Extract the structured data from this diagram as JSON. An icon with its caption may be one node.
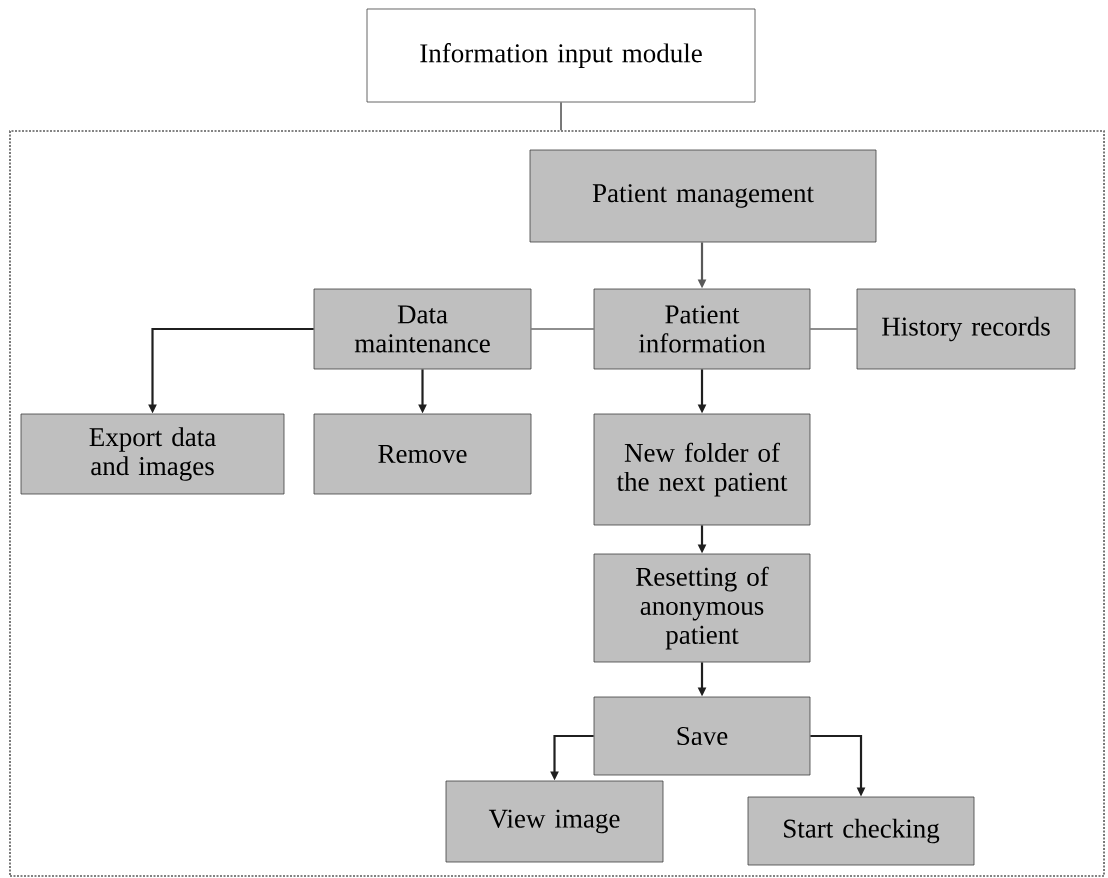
{
  "diagram": {
    "nodes": [
      {
        "text": [
          "Information input module"
        ]
      },
      {
        "text": [],
        "shape": "box"
      },
      {
        "text": [
          "Patient management"
        ],
        "in": 1
      },
      {
        "text": [
          "Data maintenance"
        ],
        "in": 1
      },
      {
        "text": [
          "Patient information"
        ],
        "in": 1
      },
      {
        "text": [
          "History records"
        ],
        "in": 1
      },
      {
        "text": [
          "Export data and images"
        ],
        "in": 1
      },
      {
        "text": [
          "Remove"
        ],
        "in": 1
      },
      {
        "text": [
          "New folder of the next patient"
        ],
        "in": 1
      },
      {
        "text": [
          "Resetting of anonymous patient"
        ],
        "in": 1
      },
      {
        "text": [
          "Save"
        ],
        "in": 1
      },
      {
        "text": [
          "View image"
        ],
        "in": 1
      },
      {
        "text": [
          "Start checking"
        ],
        "in": 1
      }
    ],
    "edges": [
      {
        "from": 0,
        "to": 1,
        "arrow": "none"
      },
      {
        "from": 2,
        "to": 4,
        "arrow": "to",
        "color": "#595959"
      },
      {
        "from": 4,
        "to": 3,
        "arrow": "none"
      },
      {
        "from": 4,
        "to": 5,
        "arrow": "none"
      },
      {
        "from": 3,
        "to": 6,
        "arrow": "to"
      },
      {
        "from": 3,
        "to": 7,
        "arrow": "to"
      },
      {
        "from": 4,
        "to": 8,
        "arrow": "to"
      },
      {
        "from": 8,
        "to": 9,
        "arrow": "to"
      },
      {
        "from": 9,
        "to": 10,
        "arrow": "to"
      },
      {
        "from": 10,
        "to": 11,
        "arrow": "to"
      },
      {
        "from": 10,
        "to": 12,
        "arrow": "to"
      }
    ]
  }
}
